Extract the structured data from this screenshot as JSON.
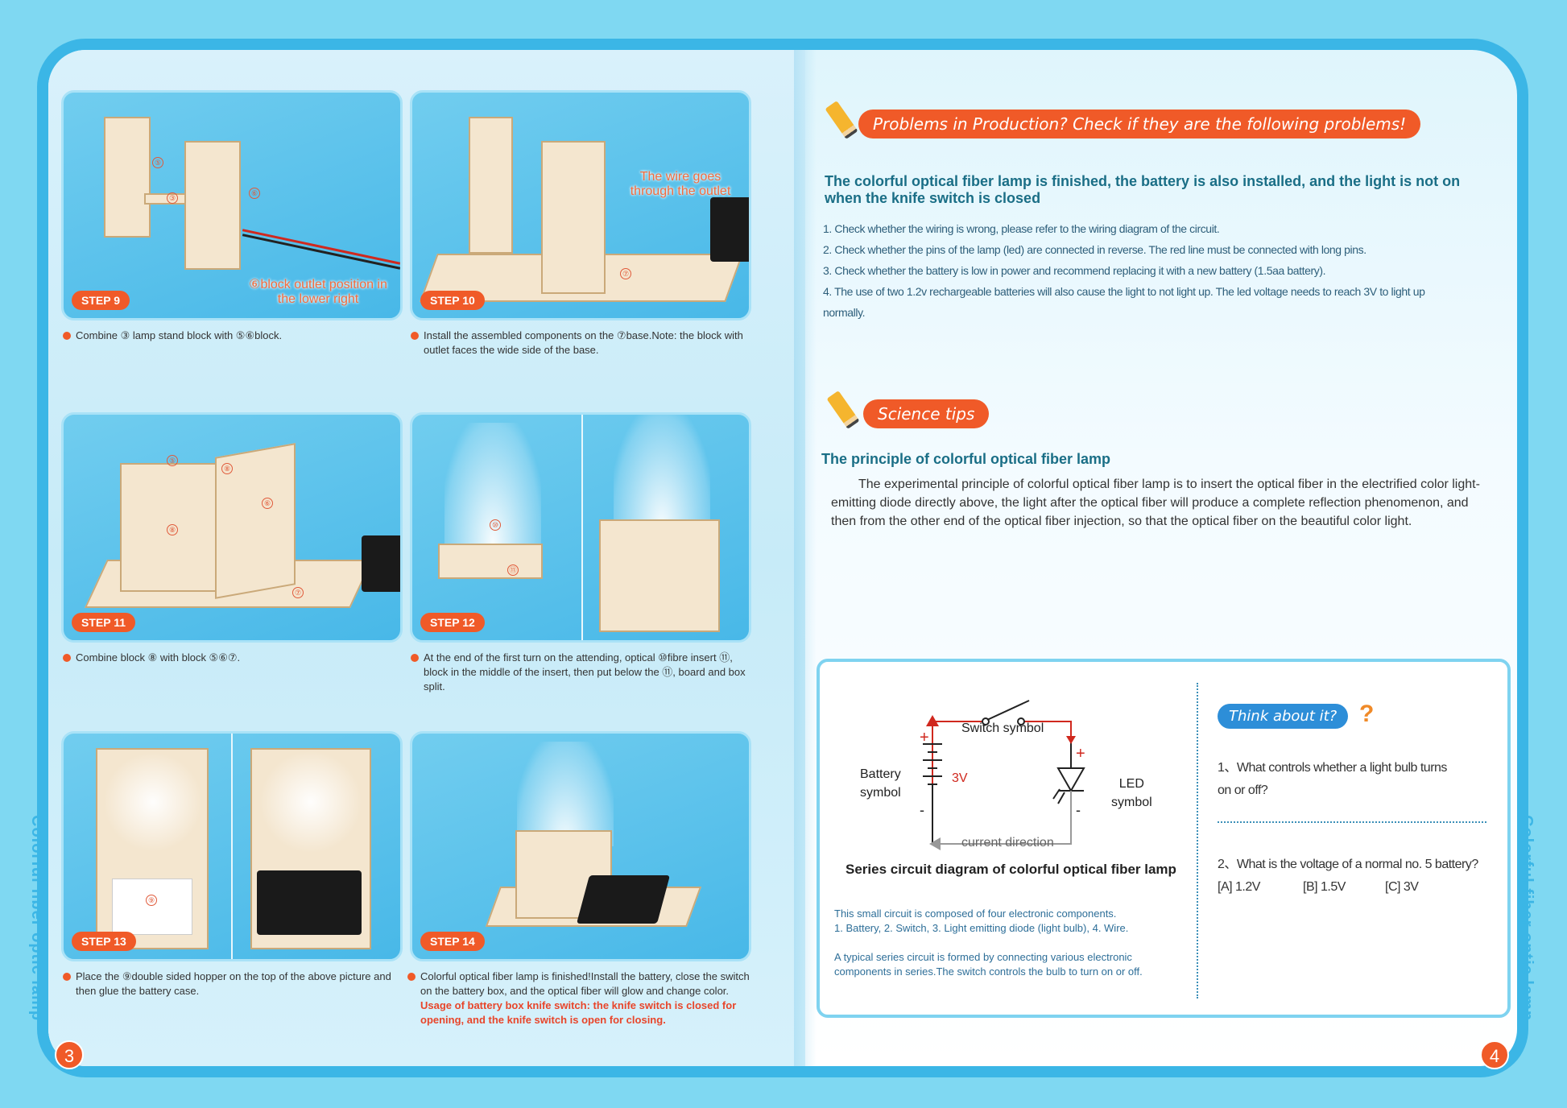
{
  "left_page": {
    "side_title": "Colorful fiber optic lamp",
    "page_number": "3",
    "steps": [
      {
        "badge": "STEP 9",
        "caption": "Combine ③ lamp stand block with ⑤⑥block.",
        "callout": "⑥block outlet position in the lower right",
        "nums": [
          "⑤",
          "③",
          "⑥"
        ]
      },
      {
        "badge": "STEP 10",
        "caption": "Install the assembled components on the ⑦base.Note: the block with outlet faces the wide side of the base.",
        "callout": "The wire goes through the outlet",
        "nums": [
          "⑦"
        ]
      },
      {
        "badge": "STEP 11",
        "caption": "Combine block ⑧ with block ⑤⑥⑦.",
        "nums": [
          "⑤",
          "⑧",
          "⑥",
          "⑧",
          "⑦"
        ]
      },
      {
        "badge": "STEP 12",
        "caption": "At the end of the first turn on the attending, optical ⑩fibre insert ⑪, block in the middle of the insert, then put below the ⑪, board and box split.",
        "nums": [
          "⑩",
          "⑪"
        ]
      },
      {
        "badge": "STEP 13",
        "caption": "Place the ⑨double sided hopper on the top of the above picture and then glue the battery case.",
        "nums": [
          "⑨"
        ]
      },
      {
        "badge": "STEP 14",
        "caption": "Colorful optical fiber lamp is finished!Install the battery, close the switch on the battery box, and the optical fiber will glow and change color.",
        "warning": "Usage of battery box knife switch: the knife switch is closed for opening, and the knife switch is open for closing."
      }
    ]
  },
  "right_page": {
    "side_title": "Colorful fiber optic lamp",
    "page_number": "4",
    "problems_banner": "Problems in Production? Check if they are the following problems!",
    "problems_heading": "The colorful optical fiber lamp is finished, the battery is also installed, and the light is not on when the knife switch is closed",
    "problems_list": [
      "1. Check whether the wiring is wrong, please refer to the wiring diagram of the circuit.",
      "2. Check whether the pins of the lamp (led) are connected in reverse. The red line must be connected with long pins.",
      "3. Check whether the battery is low in power and recommend replacing it with a new battery (1.5aa battery).",
      "4. The use of two 1.2v rechargeable batteries will also cause the light to not light up. The led voltage needs to reach 3V to light up",
      "normally."
    ],
    "science_banner": "Science tips",
    "science_heading": "The principle of colorful optical fiber lamp",
    "science_paragraph": "The experimental principle of colorful optical fiber lamp is to insert the optical fiber in the electrified color light-emitting diode directly above, the light after the optical fiber will produce a complete reflection phenomenon, and then from the other end of the optical fiber injection, so that the optical fiber on the beautiful color light.",
    "circuit": {
      "switch_label": "Switch symbol",
      "battery_label_1": "Battery",
      "battery_label_2": "symbol",
      "voltage": "3V",
      "led_label_1": "LED",
      "led_label_2": "symbol",
      "current_label": "current direction",
      "plus": "+",
      "minus": "-",
      "title": "Series circuit diagram of colorful optical fiber lamp",
      "note_1": "This small circuit is composed of four electronic components.",
      "note_2": "1. Battery, 2. Switch, 3. Light emitting diode (light bulb), 4. Wire.",
      "note_3": "A typical series circuit is formed by connecting various electronic",
      "note_4": "components in series.The switch controls the bulb to turn on or off."
    },
    "think": {
      "pill": "Think about it?",
      "qmark": "?",
      "q1_line1": "1、What controls whether a light bulb turns",
      "q1_line2": "on or off?",
      "q2": "2、What is the voltage of a normal no. 5 battery?",
      "opt_a": "[A] 1.2V",
      "opt_b": "[B] 1.5V",
      "opt_c": "[C] 3V"
    }
  },
  "colors": {
    "accent": "#f05a28",
    "frame": "#3bb6e6",
    "teal_heading": "#1a6e86",
    "photo_bg": "#4dbbe9"
  }
}
